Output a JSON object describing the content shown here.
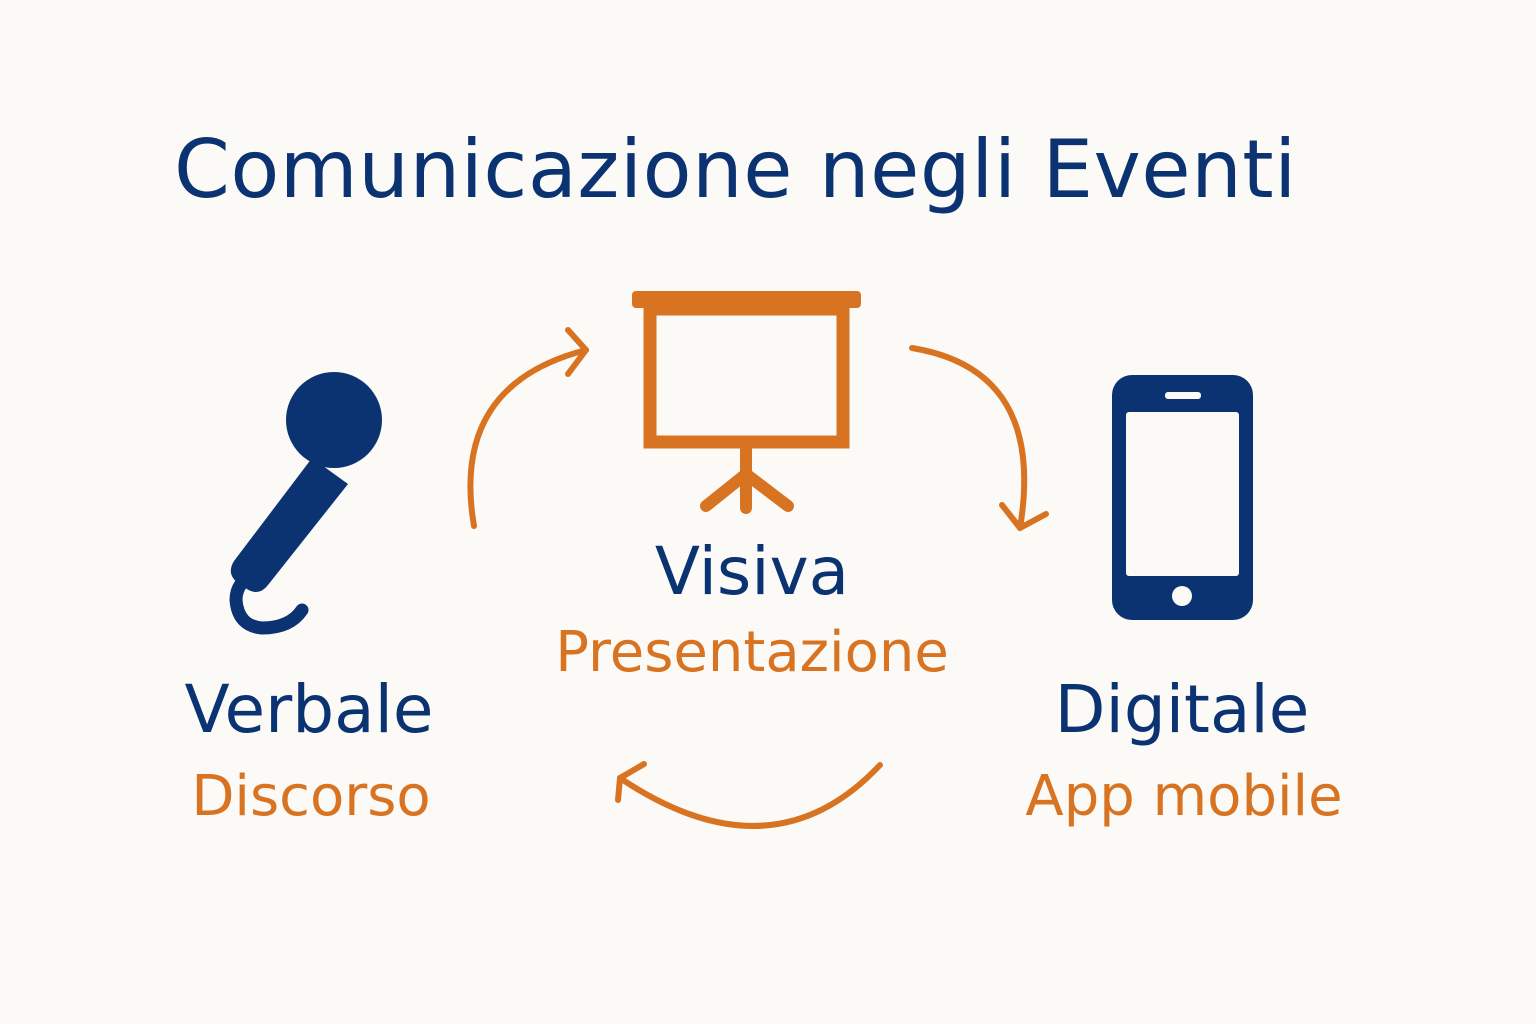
{
  "title": "Comunicazione negli Eventi",
  "colors": {
    "primary": "#0b3271",
    "accent": "#d87322",
    "background": "#fbfaf7"
  },
  "nodes": [
    {
      "id": "verbale",
      "label": "Verbale",
      "sublabel": "Discorso",
      "icon": "microphone-icon"
    },
    {
      "id": "visiva",
      "label": "Visiva",
      "sublabel": "Presentazione",
      "icon": "projector-screen-icon"
    },
    {
      "id": "digitale",
      "label": "Digitale",
      "sublabel": "App mobile",
      "icon": "smartphone-icon"
    }
  ],
  "edges": [
    {
      "from": "verbale",
      "to": "visiva"
    },
    {
      "from": "visiva",
      "to": "digitale"
    },
    {
      "from": "digitale",
      "to": "verbale"
    }
  ]
}
